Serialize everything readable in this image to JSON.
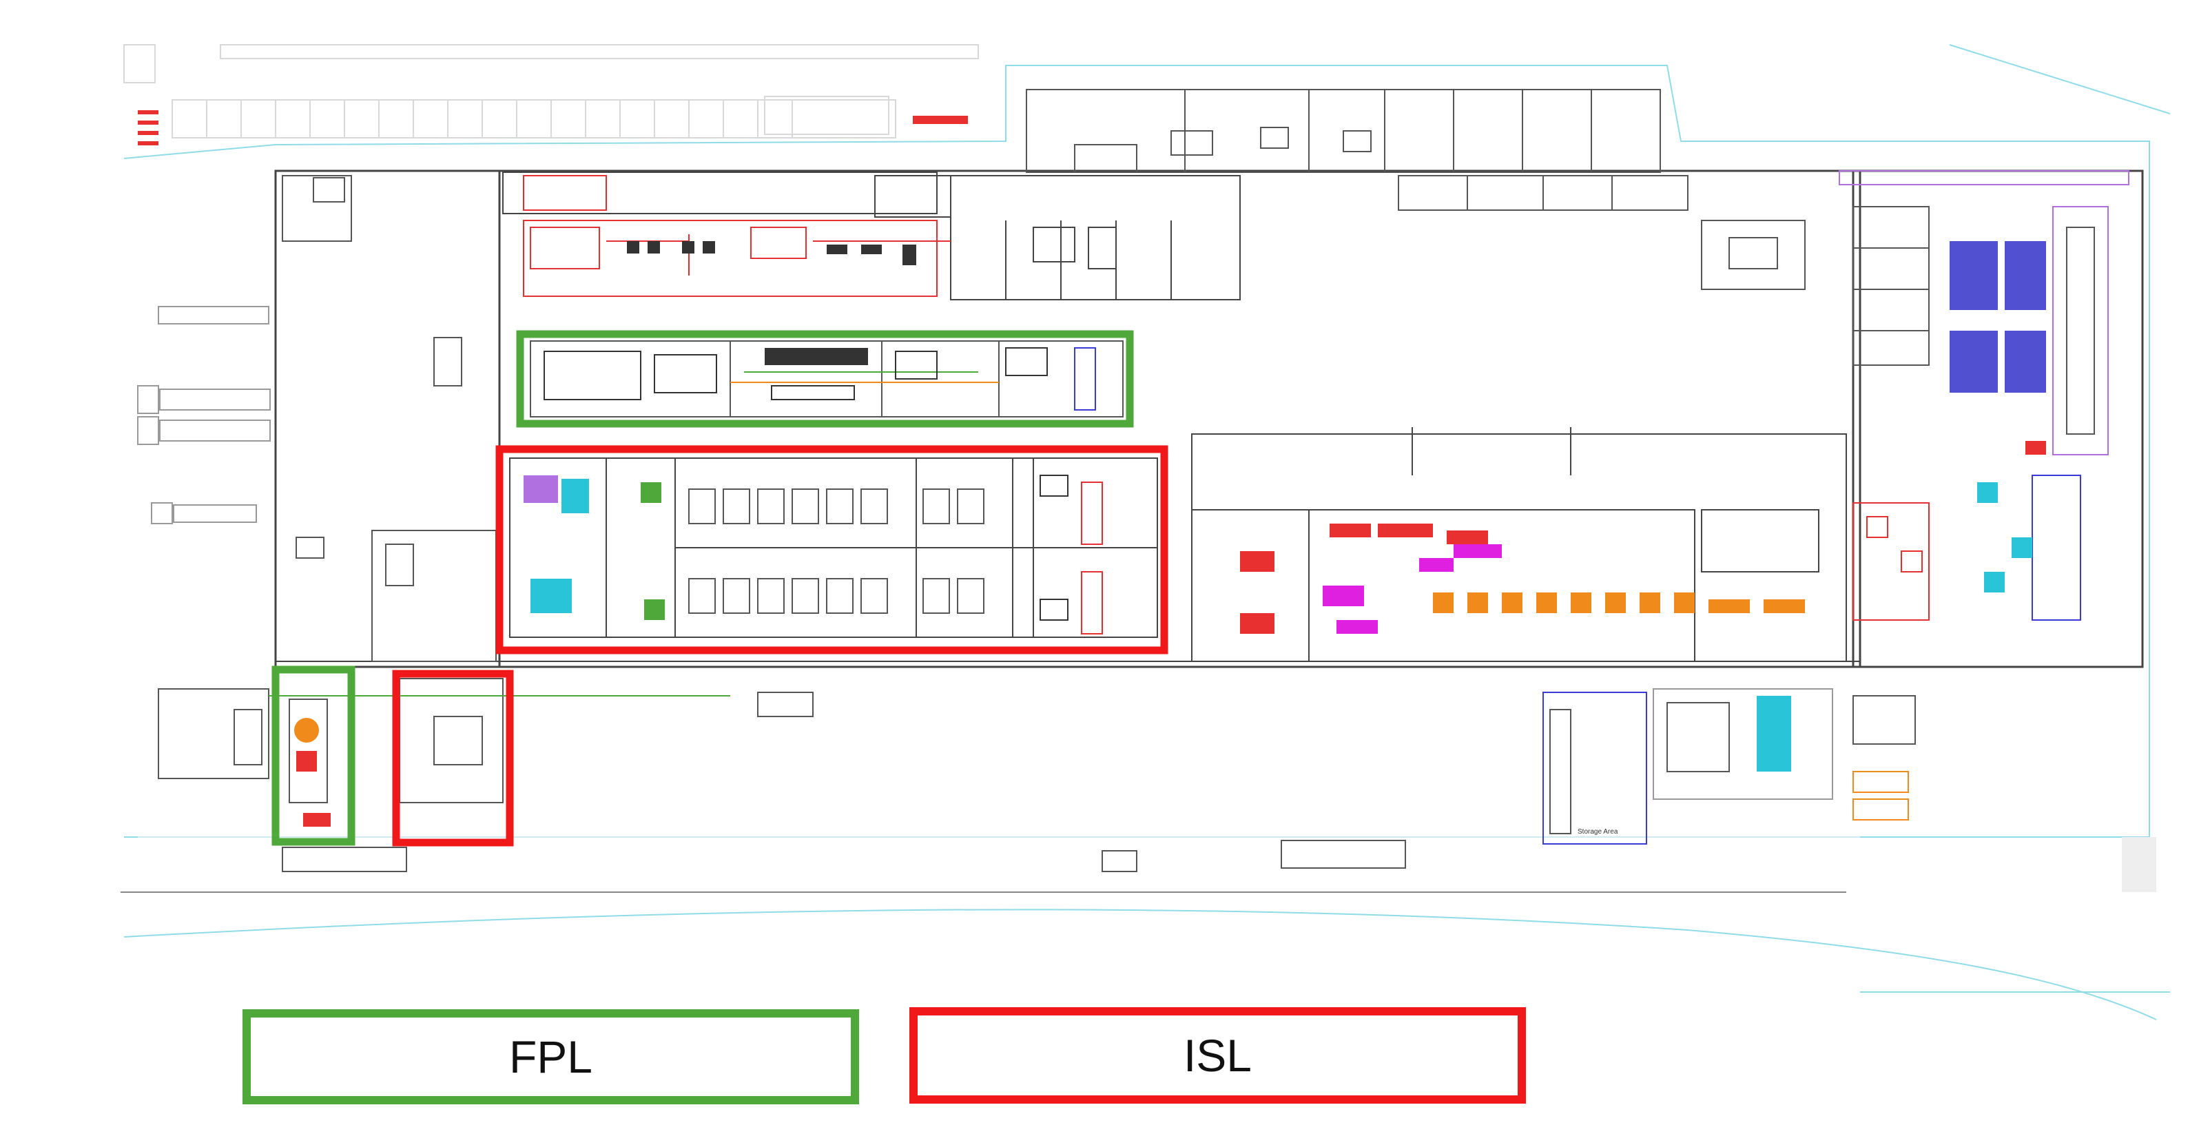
{
  "colors": {
    "fpl": "#4fa83a",
    "isl": "#f01818",
    "line": "#333333",
    "cyan": "#29c4d8",
    "magenta": "#e020e0",
    "blue": "#3a3ad8",
    "orange": "#f08a1a",
    "purple": "#b070e0"
  },
  "legend": [
    {
      "key": "fpl",
      "label": "FPL"
    },
    {
      "key": "isl",
      "label": "ISL"
    }
  ],
  "annotations": {
    "storage_area": "Storage Area"
  }
}
